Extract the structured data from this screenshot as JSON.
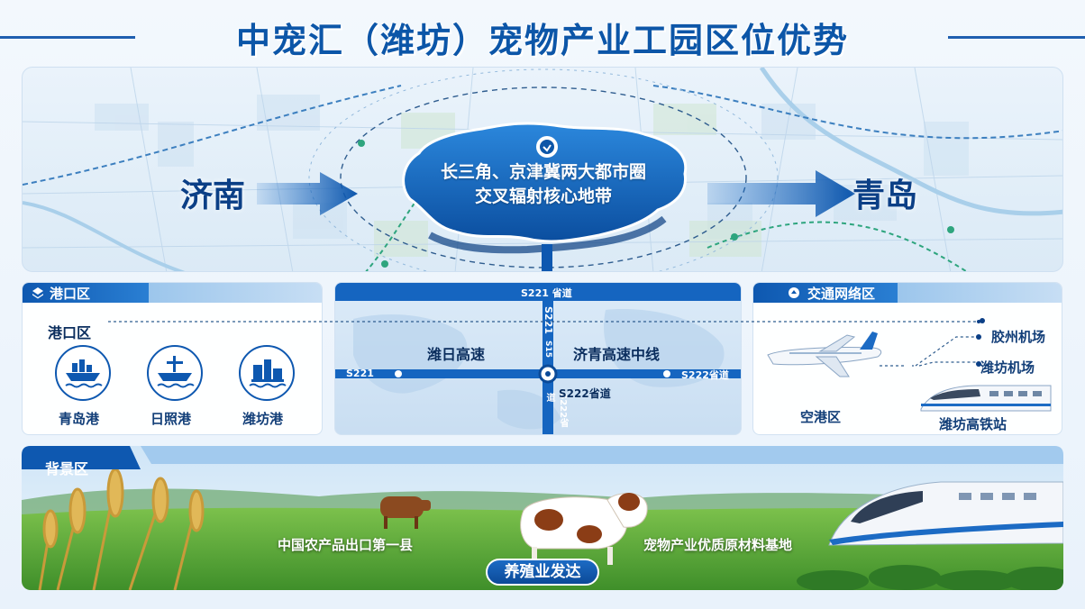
{
  "title": "中宠汇（潍坊）宠物产业工园区位优势",
  "map": {
    "city_left": "济南",
    "city_right": "青岛",
    "core_line1": "长三角、京津冀两大都市圈",
    "core_line2": "交叉辐射核心地带"
  },
  "port_section": {
    "header": "港口区",
    "subtitle": "港口区",
    "ports": [
      {
        "name": "青岛港",
        "icon": "cargo-ship-icon"
      },
      {
        "name": "日照港",
        "icon": "ship-icon"
      },
      {
        "name": "潍坊港",
        "icon": "port-building-icon"
      }
    ]
  },
  "hub_section": {
    "road_top": "S221 省道",
    "road_vertical_top": "S221",
    "road_vertical_mid": "S15",
    "road_vertical_bottom": "S222省道",
    "road_left": "S221",
    "road_right": "S222省道",
    "road_center": "S222省道",
    "highway_left": "潍日高速",
    "highway_right": "济青高速中线"
  },
  "traffic_section": {
    "header": "交通网络区",
    "airport1": "胶州机场",
    "airport2": "潍坊机场",
    "air_zone": "空港区",
    "rail_station": "潍坊高铁站"
  },
  "background_section": {
    "header": "背景区",
    "left_caption": "中国农产品出口第一县",
    "right_caption": "宠物产业优质原材料基地",
    "pill": "养殖业发达"
  },
  "colors": {
    "primary": "#0c56a8",
    "accent": "#2a7fd3",
    "dark_text": "#0b2e5e",
    "grass": "#5fae3a"
  }
}
